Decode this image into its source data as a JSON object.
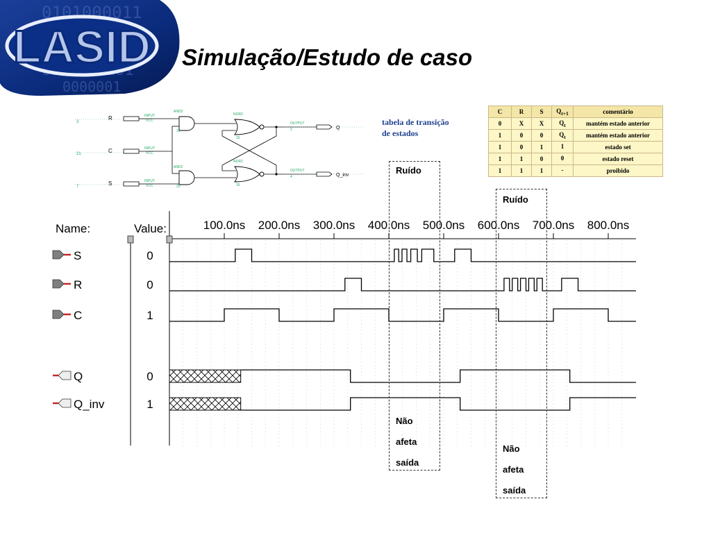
{
  "logo": {
    "text": "LASID",
    "bg_bits": [
      "0101000011",
      "0011110101",
      "0000001"
    ],
    "colors": {
      "navy": "#0a2a7a",
      "light": "#5f7fc2"
    }
  },
  "slide": {
    "title": "Simulação/Estudo de caso"
  },
  "circuit": {
    "inputs": [
      {
        "num": "3",
        "name": "R",
        "tag1": "INPUT",
        "tag2": "VCC"
      },
      {
        "num": "21",
        "name": "C",
        "tag1": "INPUT",
        "tag2": "VCC"
      },
      {
        "num": "7",
        "name": "S",
        "tag1": "INPUT",
        "tag2": "VCC"
      }
    ],
    "gates": [
      {
        "name": "AND2",
        "num": "19"
      },
      {
        "name": "AND2",
        "num": "20"
      },
      {
        "name": "NOR2",
        "num": "15"
      },
      {
        "name": "NOR2",
        "num": "16"
      }
    ],
    "outputs": [
      {
        "tag": "OUTPUT",
        "num": "2",
        "name": "Q"
      },
      {
        "tag": "OUTPUT",
        "num": "4",
        "name": "Q_inv"
      }
    ]
  },
  "transition_caption": [
    "tabela de transição",
    "de estados"
  ],
  "transition_table": {
    "headers": [
      "C",
      "R",
      "S",
      "Q",
      "comentário"
    ],
    "q_header_sub": "t+1",
    "rows": [
      {
        "c": "0",
        "r": "X",
        "s": "X",
        "q": "Q",
        "q_sub": "t",
        "comment": "mantém estado anterior"
      },
      {
        "c": "1",
        "r": "0",
        "s": "0",
        "q": "Q",
        "q_sub": "t",
        "comment": "mantém estado anterior"
      },
      {
        "c": "1",
        "r": "0",
        "s": "1",
        "q": "1",
        "q_sub": "",
        "comment": "estado set"
      },
      {
        "c": "1",
        "r": "1",
        "s": "0",
        "q": "0",
        "q_sub": "",
        "comment": "estado reset"
      },
      {
        "c": "1",
        "r": "1",
        "s": "1",
        "q": "-",
        "q_sub": "",
        "comment": "proibido"
      }
    ]
  },
  "waveform": {
    "name_header": "Name:",
    "value_header": "Value:",
    "time_labels": [
      "100.0ns",
      "200.0ns",
      "300.0ns",
      "400.0ns",
      "500.0ns",
      "600.0ns",
      "700.0ns",
      "800.0ns"
    ],
    "time_ns": [
      100,
      200,
      300,
      400,
      500,
      600,
      700,
      800
    ],
    "t_end_ns": 850,
    "colors": {
      "trace": "#000000",
      "grid": "#bbbbbb",
      "input_pin": "#7f7f7f",
      "marker": "#c62828"
    },
    "signals": [
      {
        "name": "S",
        "value": "0",
        "kind": "input",
        "edges": [
          {
            "t": 0,
            "v": 0
          },
          {
            "t": 120,
            "v": 1
          },
          {
            "t": 150,
            "v": 0
          },
          {
            "t": 410,
            "v": 1
          },
          {
            "t": 418,
            "v": 0
          },
          {
            "t": 424,
            "v": 1
          },
          {
            "t": 433,
            "v": 0
          },
          {
            "t": 440,
            "v": 1
          },
          {
            "t": 452,
            "v": 0
          },
          {
            "t": 460,
            "v": 1
          },
          {
            "t": 482,
            "v": 0
          },
          {
            "t": 520,
            "v": 1
          },
          {
            "t": 550,
            "v": 0
          }
        ]
      },
      {
        "name": "R",
        "value": "0",
        "kind": "input",
        "edges": [
          {
            "t": 0,
            "v": 0
          },
          {
            "t": 320,
            "v": 1
          },
          {
            "t": 350,
            "v": 0
          },
          {
            "t": 610,
            "v": 1
          },
          {
            "t": 620,
            "v": 0
          },
          {
            "t": 625,
            "v": 1
          },
          {
            "t": 635,
            "v": 0
          },
          {
            "t": 640,
            "v": 1
          },
          {
            "t": 650,
            "v": 0
          },
          {
            "t": 655,
            "v": 1
          },
          {
            "t": 665,
            "v": 0
          },
          {
            "t": 670,
            "v": 1
          },
          {
            "t": 680,
            "v": 0
          },
          {
            "t": 715,
            "v": 1
          },
          {
            "t": 745,
            "v": 0
          }
        ]
      },
      {
        "name": "C",
        "value": "1",
        "kind": "input",
        "edges": [
          {
            "t": 0,
            "v": 0
          },
          {
            "t": 100,
            "v": 1
          },
          {
            "t": 200,
            "v": 0
          },
          {
            "t": 300,
            "v": 1
          },
          {
            "t": 400,
            "v": 0
          },
          {
            "t": 500,
            "v": 1
          },
          {
            "t": 600,
            "v": 0
          },
          {
            "t": 700,
            "v": 1
          },
          {
            "t": 800,
            "v": 0
          }
        ]
      },
      {
        "name": "Q",
        "value": "0",
        "kind": "output",
        "undefined_until_ns": 130,
        "edges": [
          {
            "t": 130,
            "v": 1
          },
          {
            "t": 330,
            "v": 0
          },
          {
            "t": 530,
            "v": 1
          },
          {
            "t": 730,
            "v": 0
          }
        ]
      },
      {
        "name": "Q_inv",
        "value": "1",
        "kind": "output",
        "undefined_until_ns": 130,
        "edges": [
          {
            "t": 130,
            "v": 0
          },
          {
            "t": 330,
            "v": 1
          },
          {
            "t": 530,
            "v": 0
          },
          {
            "t": 730,
            "v": 1
          }
        ]
      }
    ]
  },
  "annotations": {
    "noise_label": "Ruído",
    "no_effect_lines": [
      "Não",
      "afeta",
      "saída"
    ]
  }
}
